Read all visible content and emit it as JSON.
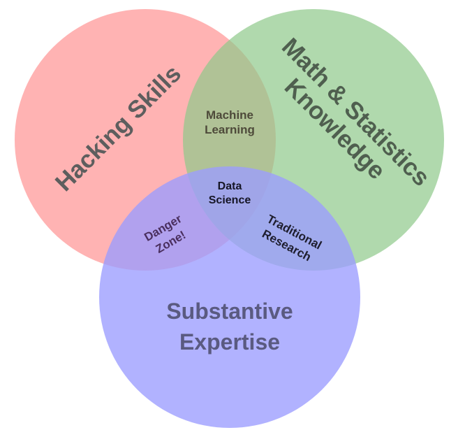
{
  "diagram": {
    "sets": {
      "hacking": {
        "label": "Hacking Skills",
        "color": "#ff9999"
      },
      "math": {
        "label_lines": [
          "Math & Statistics",
          "Knowledge"
        ],
        "color": "#8fc98a"
      },
      "substantive": {
        "label_lines": [
          "Substantive",
          "Expertise"
        ],
        "color": "#9b9cff"
      }
    },
    "intersections": {
      "machine_learning": {
        "label_lines": [
          "Machine",
          "Learning"
        ]
      },
      "danger_zone": {
        "label_lines": [
          "Danger",
          "Zone!"
        ]
      },
      "traditional_research": {
        "label_lines": [
          "Traditional",
          "Research"
        ]
      },
      "data_science": {
        "label_lines": [
          "Data",
          "Science"
        ]
      }
    },
    "text_colors": {
      "hacking": "#5e5e5e",
      "math": "#4f5f4f",
      "substantive": "#5a5a80",
      "machine_learning": "#4e4a3a",
      "danger_zone": "#4a2f5e",
      "traditional_research": "#1e1e2e",
      "data_science": "#161626"
    }
  }
}
